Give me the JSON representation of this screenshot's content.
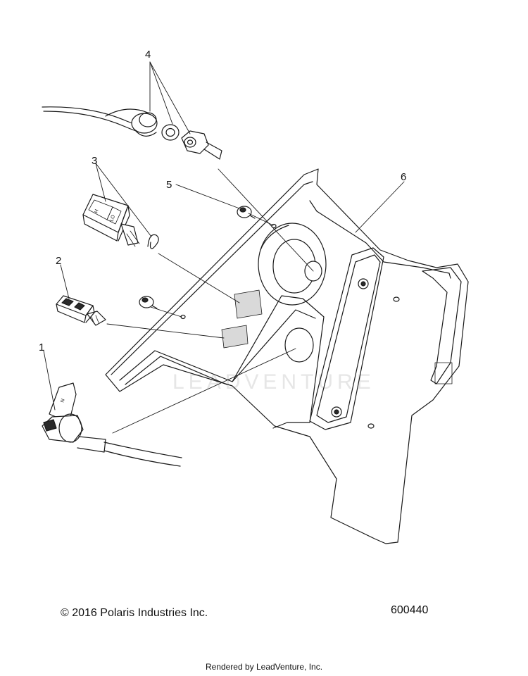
{
  "callouts": {
    "c1": "1",
    "c2": "2",
    "c3": "3",
    "c4": "4",
    "c5": "5",
    "c6": "6"
  },
  "switch_labels": {
    "hi": "H",
    "lo": "LO",
    "n": "N"
  },
  "watermark": "LEADVENTURE",
  "footer": {
    "copyright": "© 2016 Polaris Industries Inc.",
    "part_number": "600440",
    "rendered_by": "Rendered by LeadVenture, Inc."
  }
}
